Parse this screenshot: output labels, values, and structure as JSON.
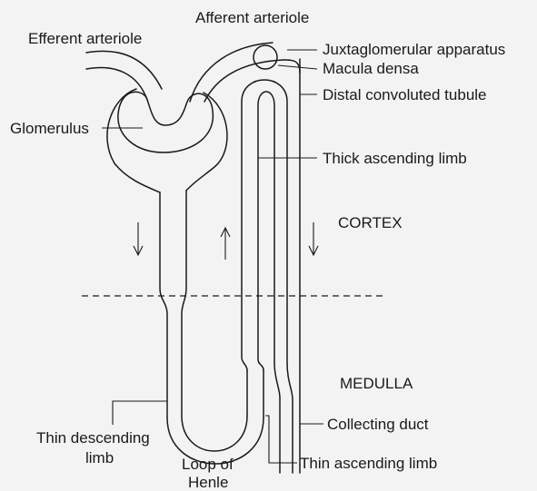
{
  "labels": {
    "afferent_arteriole": "Afferent arteriole",
    "efferent_arteriole": "Efferent arteriole",
    "juxtaglomerular_apparatus": "Juxtaglomerular apparatus",
    "macula_densa": "Macula densa",
    "distal_convoluted_tubule": "Distal convoluted tubule",
    "glomerulus": "Glomerulus",
    "thick_ascending_limb": "Thick ascending limb",
    "cortex": "CORTEX",
    "medulla": "MEDULLA",
    "collecting_duct": "Collecting duct",
    "thin_descending_limb_line1": "Thin descending",
    "thin_descending_limb_line2": "limb",
    "loop_of_henle_line1": "Loop of",
    "loop_of_henle_line2": "Henle",
    "thin_ascending_limb": "Thin ascending limb"
  }
}
